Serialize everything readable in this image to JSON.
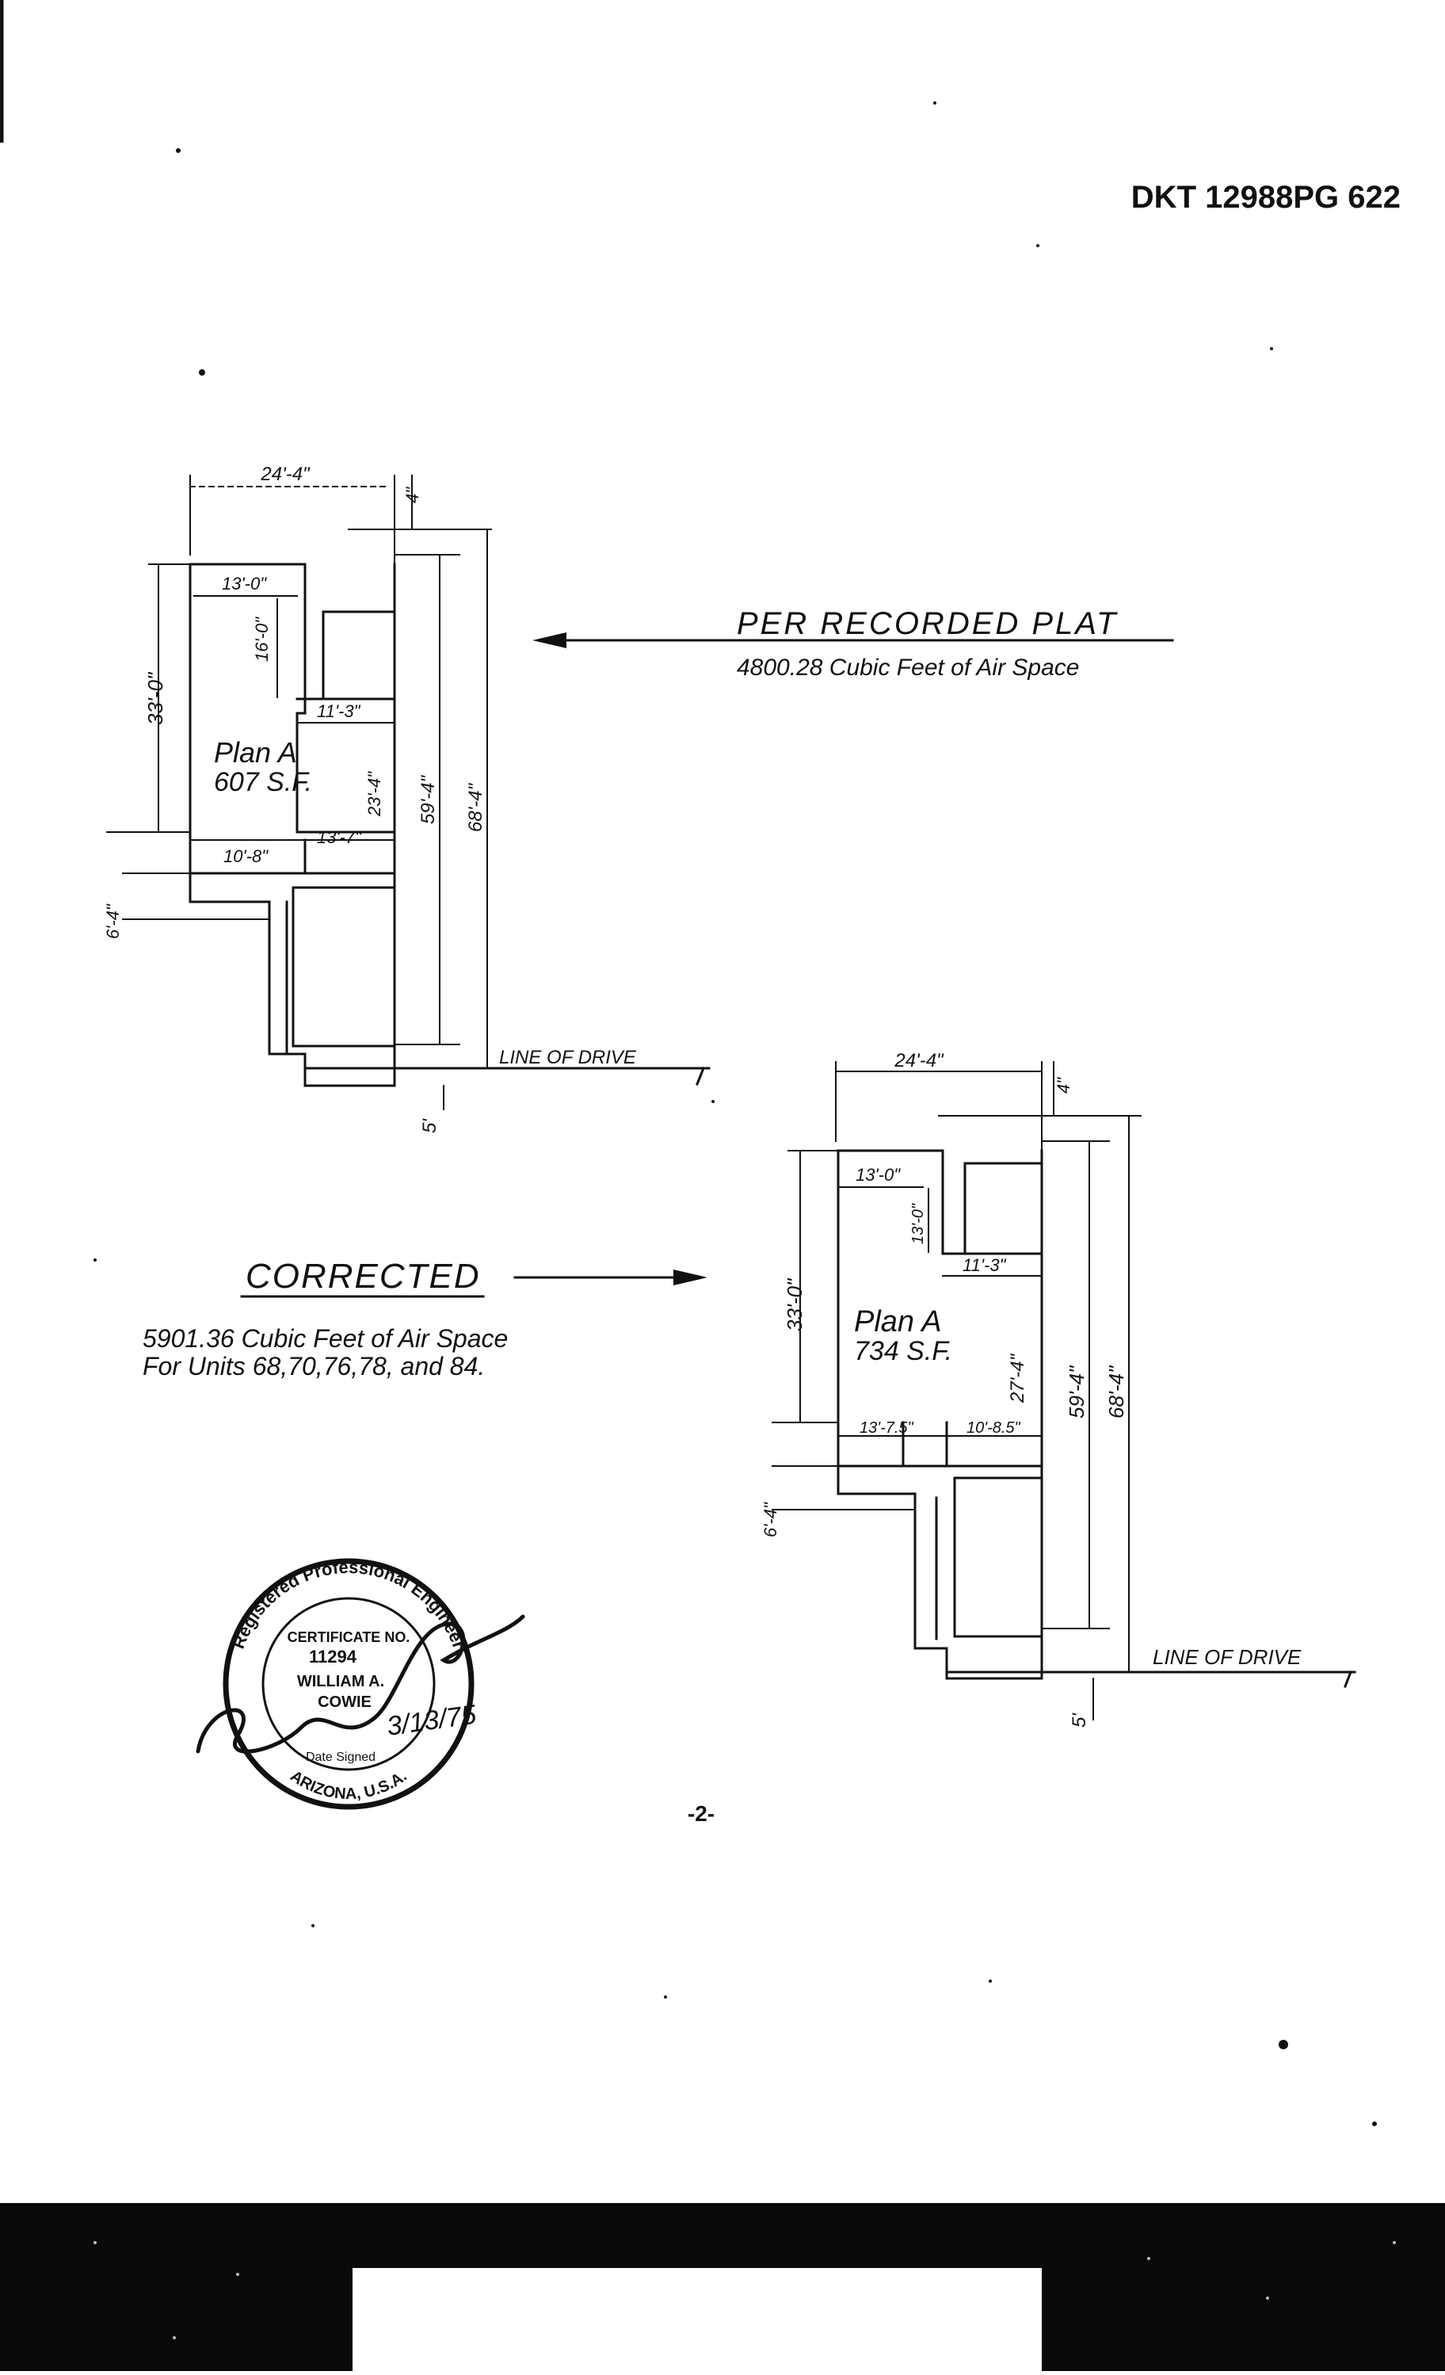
{
  "header": {
    "docket": "DKT 12988PG 622"
  },
  "plan_original": {
    "width_top": "24'-4\"",
    "offset_top": "4\"",
    "height_left": "33'-0\"",
    "room_width": "13'-0\"",
    "room_depth": "16'-0\"",
    "step_width": "11'-3\"",
    "inner_height": "23'-4\"",
    "overall_height": "59'-4\"",
    "total_height": "68'-4\"",
    "bottom_left": "10'-8\"",
    "bottom_right": "13'-7\"",
    "garage_depth": "6'-4\"",
    "drive_offset": "5'",
    "plan_name": "Plan A",
    "area": "607 S.F.",
    "drive_label": "LINE OF DRIVE"
  },
  "note_recorded": {
    "title": "PER RECORDED PLAT",
    "subtitle": "4800.28 Cubic Feet of Air Space"
  },
  "note_corrected": {
    "title": "CORRECTED",
    "line1": "5901.36 Cubic Feet of Air Space",
    "line2": "For Units 68,70,76,78, and 84."
  },
  "plan_corrected": {
    "width_top": "24'-4\"",
    "offset_top": "4\"",
    "height_left": "33'-0\"",
    "room_width": "13'-0\"",
    "room_depth": "13'-0\"",
    "step_width": "11'-3\"",
    "inner_height": "27'-4\"",
    "overall_height": "59'-4\"",
    "total_height": "68'-4\"",
    "bottom_left": "13'-7.5\"",
    "bottom_right": "10'-8.5\"",
    "garage_depth": "6'-4\"",
    "drive_offset": "5'",
    "plan_name": "Plan A",
    "area": "734 S.F.",
    "drive_label": "LINE OF DRIVE"
  },
  "seal": {
    "ring_text": "Registered Professional Engineer",
    "certificate": "CERTIFICATE NO.",
    "number": "11294",
    "name1": "WILLIAM A.",
    "name2": "COWIE",
    "signed": "Date Signed",
    "state": "ARIZONA, U.S.A.",
    "date": "3/13/75"
  },
  "footer": {
    "page_number": "-2-"
  }
}
